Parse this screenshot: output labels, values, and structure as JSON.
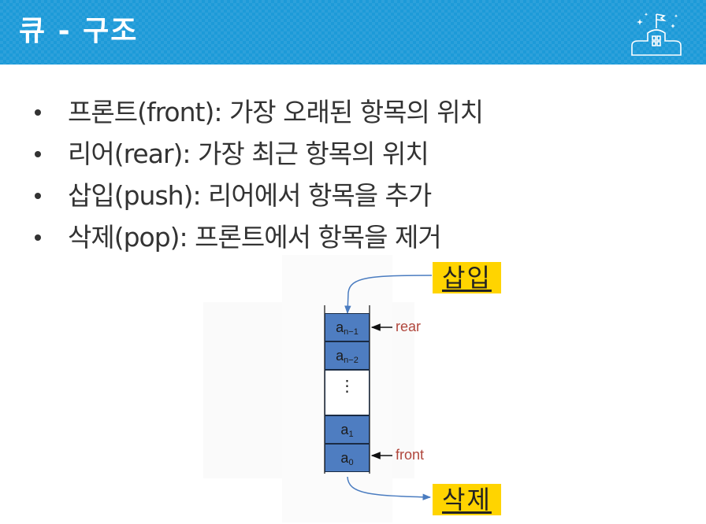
{
  "slide": {
    "title": "큐 - 구조",
    "logo_icon": "school-flag-icon",
    "accent_color": "#1d9ad8"
  },
  "bullets": [
    "프론트(front): 가장 오래된 항목의 위치",
    "리어(rear): 가장 최근 항목의 위치",
    "삽입(push): 리어에서 항목을 추가",
    "삭제(pop): 프론트에서 항목을 제거"
  ],
  "diagram": {
    "insert_label": "삽입",
    "delete_label": "삭제",
    "cells": [
      {
        "base": "a",
        "sub": "n−1"
      },
      {
        "base": "a",
        "sub": "n−2"
      },
      {
        "base": "⋮",
        "sub": ""
      },
      {
        "base": "a",
        "sub": "1"
      },
      {
        "base": "a",
        "sub": "0"
      }
    ],
    "rear_label": "rear",
    "front_label": "front",
    "cell_color": "#4e7dc1",
    "tag_color": "#ffd400",
    "pointer_color": "#b0463c"
  }
}
